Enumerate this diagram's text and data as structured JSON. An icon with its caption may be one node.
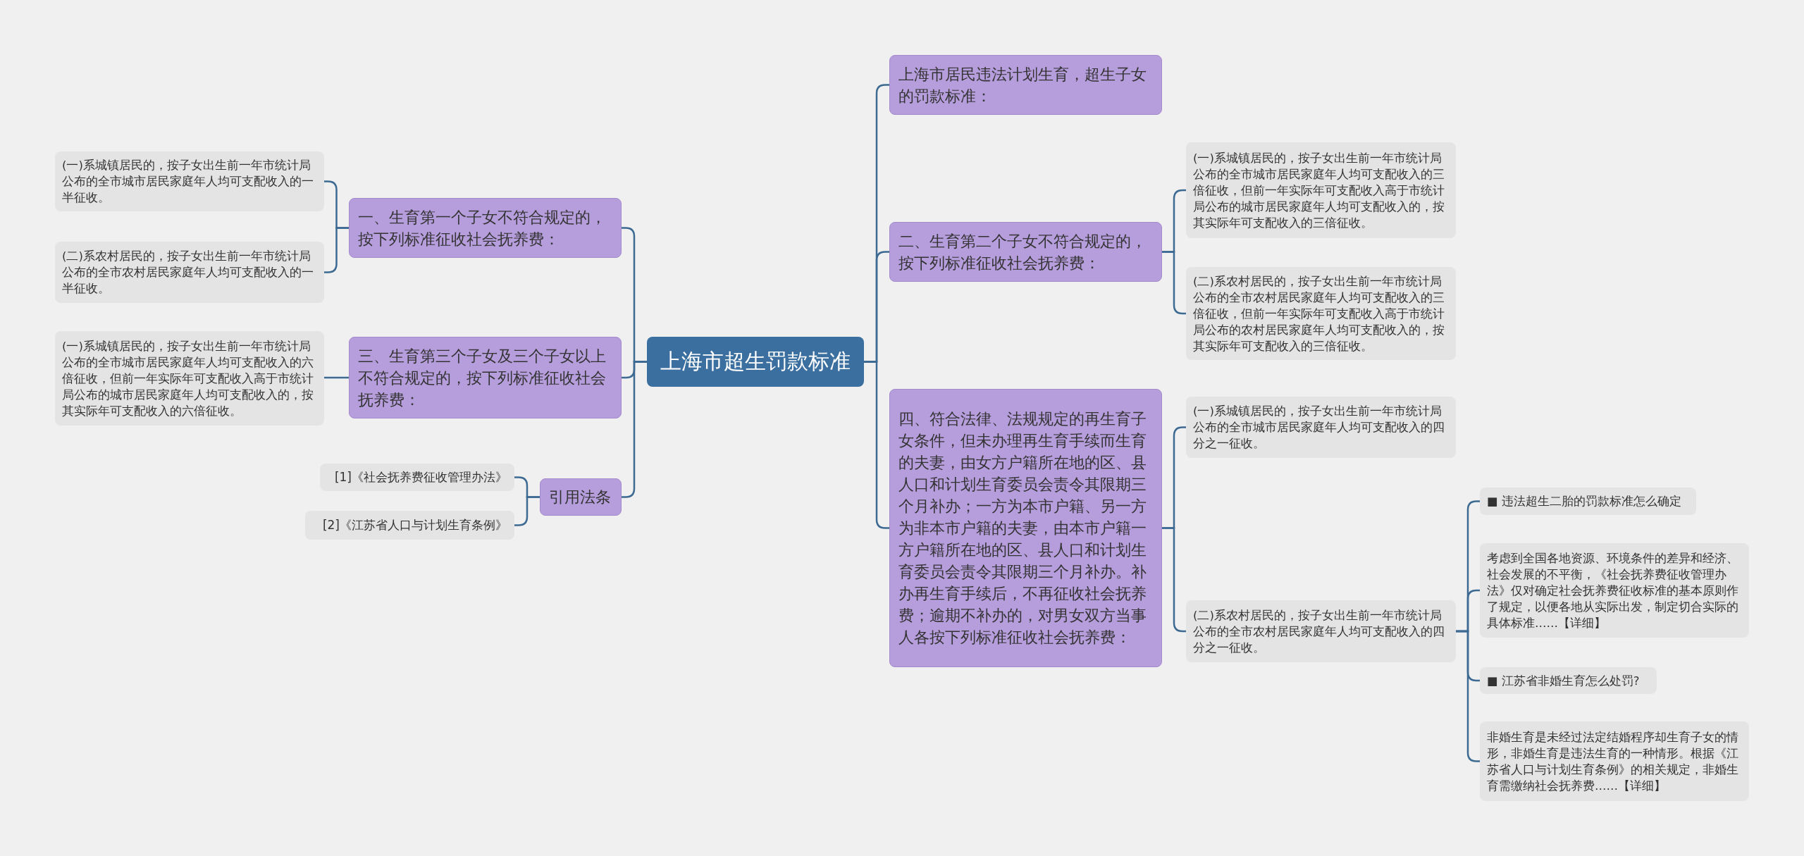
{
  "diagram": {
    "nodes": [
      {
        "text": [
          "上海市超生罚款标准"
        ]
      },
      {
        "text": [
          "上海市居民违法计划生育，超生子女的罚款标准："
        ]
      },
      {
        "text": [
          "二、生育第二个子女不符合规定的，按下列标准征收社会抚养费："
        ]
      },
      {
        "text": [
          "(一)系城镇居民的，按子女出生前一年市统计局公布的全市城市居民家庭年人均可支配收入的三倍征收，但前一年实际年可支配收入高于市统计局公布的城市居民家庭年人均可支配收入的，按其实际年可支配收入的三倍征收。"
        ]
      },
      {
        "text": [
          "(二)系农村居民的，按子女出生前一年市统计局公布的全市农村居民家庭年人均可支配收入的三倍征收，但前一年实际年可支配收入高于市统计局公布的农村居民家庭年人均可支配收入的，按其实际年可支配收入的三倍征收。"
        ]
      },
      {
        "text": [
          "四、符合法律、法规规定的再生育子女条件，但未办理再生育手续而生育的夫妻，由女方户籍所在地的区、县人口和计划生育委员会责令其限期三个月补办；一方为本市户籍、另一方为非本市户籍的夫妻，由本市户籍一方户籍所在地的区、县人口和计划生育委员会责令其限期三个月补办。补办再生育手续后，不再征收社会抚养费；逾期不补办的，对男女双方当事人各按下列标准征收社会抚养费："
        ]
      },
      {
        "text": [
          "(一)系城镇居民的，按子女出生前一年市统计局公布的全市城市居民家庭年人均可支配收入的四分之一征收。"
        ]
      },
      {
        "text": [
          "(二)系农村居民的，按子女出生前一年市统计局公布的全市农村居民家庭年人均可支配收入的四分之一征收。"
        ]
      },
      {
        "text": [
          "■ 违法超生二胎的罚款标准怎么确定"
        ]
      },
      {
        "text": [
          "考虑到全国各地资源、环境条件的差异和经济、社会发展的不平衡，《社会抚养费征收管理办法》仅对确定社会抚养费征收标准的基本原则作了规定，以便各地从实际出发，制定切合实际的具体标准……【详细】"
        ]
      },
      {
        "text": [
          "■ 江苏省非婚生育怎么处罚?"
        ]
      },
      {
        "text": [
          "非婚生育是未经过法定结婚程序却生育子女的情形，非婚生育是违法生育的一种情形。根据《江苏省人口与计划生育条例》的相关规定，非婚生育需缴纳社会抚养费……【详细】"
        ]
      },
      {
        "text": [
          "一、生育第一个子女不符合规定的，按下列标准征收社会抚养费："
        ]
      },
      {
        "text": [
          "(一)系城镇居民的，按子女出生前一年市统计局公布的全市城市居民家庭年人均可支配收入的一半征收。"
        ]
      },
      {
        "text": [
          "(二)系农村居民的，按子女出生前一年市统计局公布的全市农村居民家庭年人均可支配收入的一半征收。"
        ]
      },
      {
        "text": [
          "三、生育第三个子女及三个子女以上不符合规定的，按下列标准征收社会抚养费："
        ]
      },
      {
        "text": [
          "(一)系城镇居民的，按子女出生前一年市统计局公布的全市城市居民家庭年人均可支配收入的六倍征收，但前一年实际年可支配收入高于市统计局公布的城市居民家庭年人均可支配收入的，按其实际年可支配收入的六倍征收。"
        ]
      },
      {
        "text": [
          "引用法条"
        ]
      },
      {
        "text": [
          "[1]《社会抚养费征收管理办法》"
        ]
      },
      {
        "text": [
          "[2]《江苏省人口与计划生育条例》"
        ]
      }
    ],
    "edges": [
      {
        "from": 0,
        "to": 1,
        "arrow": "none"
      },
      {
        "from": 0,
        "to": 2,
        "arrow": "none"
      },
      {
        "from": 2,
        "to": 3,
        "arrow": "none"
      },
      {
        "from": 2,
        "to": 4,
        "arrow": "none"
      },
      {
        "from": 0,
        "to": 5,
        "arrow": "none"
      },
      {
        "from": 5,
        "to": 6,
        "arrow": "none"
      },
      {
        "from": 5,
        "to": 7,
        "arrow": "none"
      },
      {
        "from": 7,
        "to": 8,
        "arrow": "none"
      },
      {
        "from": 7,
        "to": 9,
        "arrow": "none"
      },
      {
        "from": 7,
        "to": 10,
        "arrow": "none"
      },
      {
        "from": 7,
        "to": 11,
        "arrow": "none"
      },
      {
        "from": 0,
        "to": 12,
        "arrow": "none"
      },
      {
        "from": 12,
        "to": 13,
        "arrow": "none"
      },
      {
        "from": 12,
        "to": 14,
        "arrow": "none"
      },
      {
        "from": 0,
        "to": 15,
        "arrow": "none"
      },
      {
        "from": 15,
        "to": 16,
        "arrow": "none"
      },
      {
        "from": 0,
        "to": 17,
        "arrow": "none"
      },
      {
        "from": 17,
        "to": 18,
        "arrow": "none"
      },
      {
        "from": 17,
        "to": 19,
        "arrow": "none"
      }
    ]
  }
}
